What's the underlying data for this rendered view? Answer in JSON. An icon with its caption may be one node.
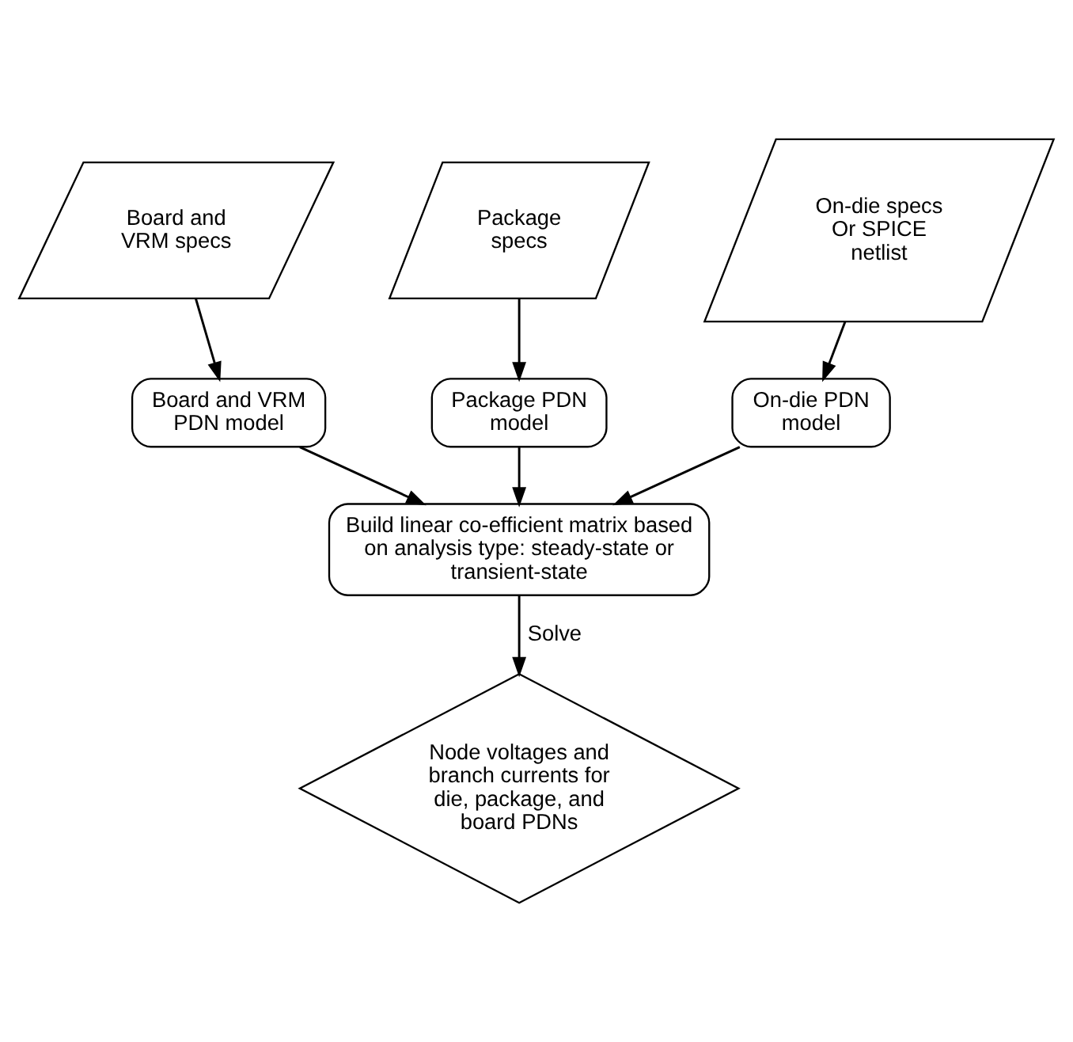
{
  "diagram": {
    "nodes": [
      {
        "text": [
          "Board and VRM specs"
        ]
      },
      {
        "text": [
          "Package specs"
        ]
      },
      {
        "text": [
          "On-die specs Or SPICE netlist"
        ]
      },
      {
        "text": [
          "Board and VRM PDN model"
        ]
      },
      {
        "text": [
          "Package PDN model"
        ]
      },
      {
        "text": [
          "On-die PDN model"
        ]
      },
      {
        "text": [
          "Build linear co-efficient matrix based on analysis type: steady-state or transient-state"
        ]
      },
      {
        "text": [
          "Node voltages and branch currents for die, package, and board PDNs"
        ]
      }
    ],
    "edges": [
      {
        "from": 0,
        "to": 3,
        "arrow": "to"
      },
      {
        "from": 1,
        "to": 4,
        "arrow": "to"
      },
      {
        "from": 2,
        "to": 5,
        "arrow": "to"
      },
      {
        "from": 3,
        "to": 6,
        "arrow": "to"
      },
      {
        "from": 4,
        "to": 6,
        "arrow": "to"
      },
      {
        "from": 5,
        "to": 6,
        "arrow": "to"
      },
      {
        "from": 6,
        "to": 7,
        "arrow": "to",
        "label": "Solve"
      }
    ]
  }
}
